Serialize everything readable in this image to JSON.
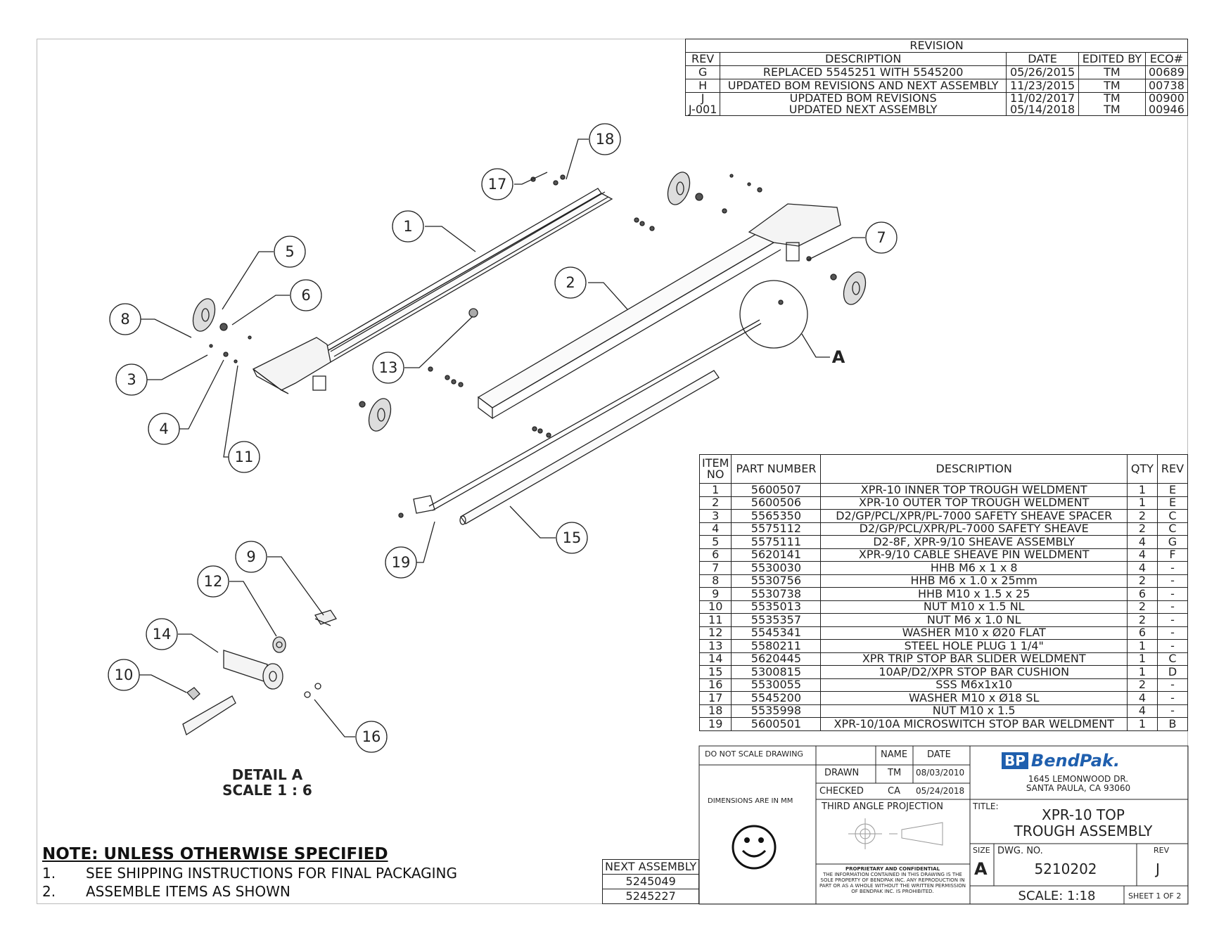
{
  "revision": {
    "title": "REVISION",
    "headers": [
      "REV",
      "DESCRIPTION",
      "DATE",
      "EDITED BY",
      "ECO#"
    ],
    "rows": [
      [
        "G",
        "REPLACED 5545251 WITH 5545200",
        "05/26/2015",
        "TM",
        "00689"
      ],
      [
        "H",
        "UPDATED BOM REVISIONS AND NEXT ASSEMBLY",
        "11/23/2015",
        "TM",
        "00738"
      ],
      [
        "J\nJ-001",
        "UPDATED BOM REVISIONS\nUPDATED NEXT ASSEMBLY",
        "11/02/2017\n05/14/2018",
        "TM\nTM",
        "00900\n00946"
      ]
    ]
  },
  "bom": {
    "headers": [
      "ITEM\nNO",
      "PART NUMBER",
      "DESCRIPTION",
      "QTY",
      "REV"
    ],
    "rows": [
      [
        "1",
        "5600507",
        "XPR-10 INNER TOP TROUGH WELDMENT",
        "1",
        "E"
      ],
      [
        "2",
        "5600506",
        "XPR-10 OUTER TOP TROUGH WELDMENT",
        "1",
        "E"
      ],
      [
        "3",
        "5565350",
        "D2/GP/PCL/XPR/PL-7000 SAFETY SHEAVE SPACER",
        "2",
        "C"
      ],
      [
        "4",
        "5575112",
        "D2/GP/PCL/XPR/PL-7000 SAFETY SHEAVE",
        "2",
        "C"
      ],
      [
        "5",
        "5575111",
        "D2-8F, XPR-9/10 SHEAVE ASSEMBLY",
        "4",
        "G"
      ],
      [
        "6",
        "5620141",
        "XPR-9/10 CABLE SHEAVE PIN WELDMENT",
        "4",
        "F"
      ],
      [
        "7",
        "5530030",
        "HHB M6 x 1 x 8",
        "4",
        "-"
      ],
      [
        "8",
        "5530756",
        "HHB M6 x 1.0 x 25mm",
        "2",
        "-"
      ],
      [
        "9",
        "5530738",
        "HHB M10 x 1.5 x 25",
        "6",
        "-"
      ],
      [
        "10",
        "5535013",
        "NUT M10 x 1.5 NL",
        "2",
        "-"
      ],
      [
        "11",
        "5535357",
        "NUT M6 x 1.0 NL",
        "2",
        "-"
      ],
      [
        "12",
        "5545341",
        "WASHER M10 x Ø20 FLAT",
        "6",
        "-"
      ],
      [
        "13",
        "5580211",
        "STEEL HOLE PLUG 1 1/4\"",
        "1",
        "-"
      ],
      [
        "14",
        "5620445",
        "XPR TRIP STOP BAR SLIDER WELDMENT",
        "1",
        "C"
      ],
      [
        "15",
        "5300815",
        "10AP/D2/XPR STOP BAR CUSHION",
        "1",
        "D"
      ],
      [
        "16",
        "5530055",
        "SSS M6x1x10",
        "2",
        "-"
      ],
      [
        "17",
        "5545200",
        "WASHER M10 x Ø18 SL",
        "4",
        "-"
      ],
      [
        "18",
        "5535998",
        "NUT M10 x 1.5",
        "4",
        "-"
      ],
      [
        "19",
        "5600501",
        "XPR-10/10A MICROSWITCH STOP BAR WELDMENT",
        "1",
        "B"
      ]
    ]
  },
  "next_assembly": {
    "header": "NEXT ASSEMBLY",
    "items": [
      "5245049",
      "5245227"
    ]
  },
  "title_block": {
    "do_not_scale": "DO NOT SCALE DRAWING",
    "name_label": "NAME",
    "date_label": "DATE",
    "drawn_label": "DRAWN",
    "drawn_name": "TM",
    "drawn_date": "08/03/2010",
    "checked_label": "CHECKED",
    "checked_name": "CA",
    "checked_date": "05/24/2018",
    "dimensions": "DIMENSIONS ARE IN MM",
    "projection": "THIRD ANGLE PROJECTION",
    "proprietary_title": "PROPRIETARY AND CONFIDENTIAL",
    "proprietary_text": "THE INFORMATION CONTAINED IN THIS DRAWING IS THE SOLE PROPERTY OF BENDPAK INC. ANY REPRODUCTION IN PART OR AS A WHOLE WITHOUT THE WRITTEN PERMISSION OF BENDPAK INC. IS PROHIBITED.",
    "company_logo_bp": "BP",
    "company_name": "BendPak.",
    "address1": "1645 LEMONWOOD DR.",
    "address2": "SANTA PAULA, CA 93060",
    "title_label": "TITLE:",
    "title_line1": "XPR-10 TOP",
    "title_line2": "TROUGH ASSEMBLY",
    "size_label": "SIZE",
    "size": "A",
    "dwg_label": "DWG. NO.",
    "dwg_no": "5210202",
    "rev_label": "REV",
    "rev": "J",
    "scale": "SCALE: 1:18",
    "sheet": "SHEET 1 OF 2"
  },
  "notes": {
    "title": "NOTE: UNLESS OTHERWISE SPECIFIED",
    "items": [
      {
        "num": "1.",
        "text": "SEE SHIPPING INSTRUCTIONS FOR FINAL PACKAGING"
      },
      {
        "num": "2.",
        "text": "ASSEMBLE ITEMS AS SHOWN"
      }
    ]
  },
  "detail": {
    "line1": "DETAIL A",
    "line2": "SCALE 1 : 6",
    "callout": "A"
  },
  "balloons": [
    "1",
    "2",
    "3",
    "4",
    "5",
    "6",
    "7",
    "8",
    "9",
    "10",
    "11",
    "12",
    "13",
    "14",
    "15",
    "16",
    "17",
    "18",
    "19"
  ]
}
